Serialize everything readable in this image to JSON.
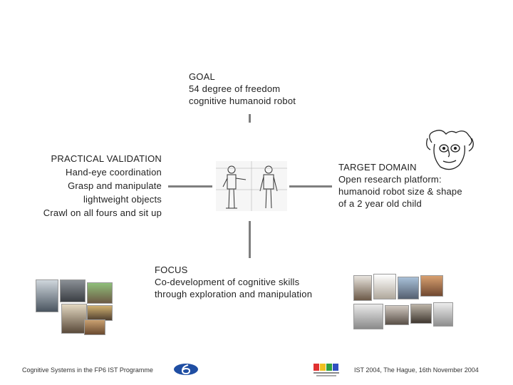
{
  "goal": {
    "heading": "GOAL",
    "line1": "54 degree of freedom",
    "line2": "cognitive humanoid robot"
  },
  "practical": {
    "heading": "PRACTICAL VALIDATION",
    "lines": [
      "Hand-eye coordination",
      "Grasp and manipulate",
      "lightweight objects",
      "Crawl on all fours and sit up"
    ]
  },
  "target": {
    "heading": "TARGET DOMAIN",
    "lines": [
      "Open research platform:",
      "humanoid robot size & shape",
      "of a 2 year old child"
    ]
  },
  "focus": {
    "heading": "FOCUS",
    "lines": [
      "Co-development of cognitive skills",
      "through exploration and manipulation"
    ]
  },
  "footer": {
    "left": "Cognitive Systems in the FP6 IST Programme",
    "right": "IST 2004,  The Hague, 16th November 2004"
  },
  "colors": {
    "connector": "#7f7f7f",
    "logo_blue": "#1f4ea3"
  }
}
